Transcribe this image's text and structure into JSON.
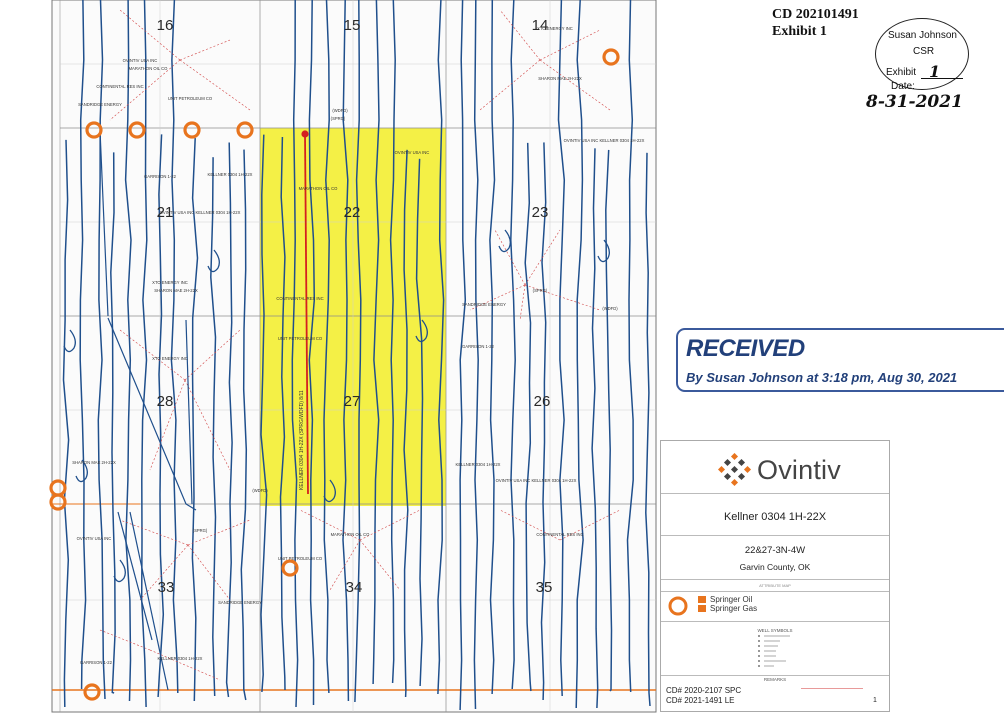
{
  "header": {
    "cd_number": "CD 202101491",
    "exhibit": "Exhibit 1"
  },
  "stamp": {
    "name": "Susan Johnson",
    "role": "CSR",
    "exhibit_label": "Exhibit",
    "exhibit_value": "1",
    "date_label": "Date:",
    "date_value": "8-31-2021"
  },
  "received": {
    "title": "RECEIVED",
    "detail": "By Susan Johnson at 3:18 pm, Aug 30, 2021"
  },
  "sections": [
    "16",
    "15",
    "14",
    "21",
    "22",
    "23",
    "28",
    "27",
    "26",
    "33",
    "34",
    "35"
  ],
  "map_labels": [
    "OVINTIV USA INC",
    "MARATHON OIL CO",
    "CONTINENTAL RES INC",
    "UNIT PETROLEUM CO",
    "SANDRIDGE ENERGY",
    "GARRISON 1-22",
    "KELLNER 0304 1H-22X",
    "OVINTIV USA INC KELLNER 0304 1H-22X",
    "XTO ENERGY INC",
    "SHARON MAE 2H-22X",
    "(WDFD)",
    "(SPRG)"
  ],
  "panel": {
    "company": "Ovintiv",
    "well": "Kellner 0304 1H-22X",
    "location": "22&27-3N-4W",
    "county": "Garvin County, OK",
    "legend": [
      {
        "label": "Springer Oil",
        "symbol": "circle",
        "color": "#e8741e"
      },
      {
        "label": "Springer Gas",
        "symbol": "square",
        "color": "#e8741e"
      }
    ],
    "well_symbols_title": "WELL SYMBOLS",
    "remarks_title": "REMARKS",
    "cd_lines": [
      "CD# 2020-2107 SPC",
      "CD# 2021-1491 LE"
    ],
    "page": "1"
  },
  "colors": {
    "wellbore": "#1f4f8c",
    "unit_highlight": "#f3ef3c",
    "springer": "#e8741e",
    "lease_line": "#d04040",
    "received_border": "#3b5a9c",
    "received_text": "#22407a"
  }
}
